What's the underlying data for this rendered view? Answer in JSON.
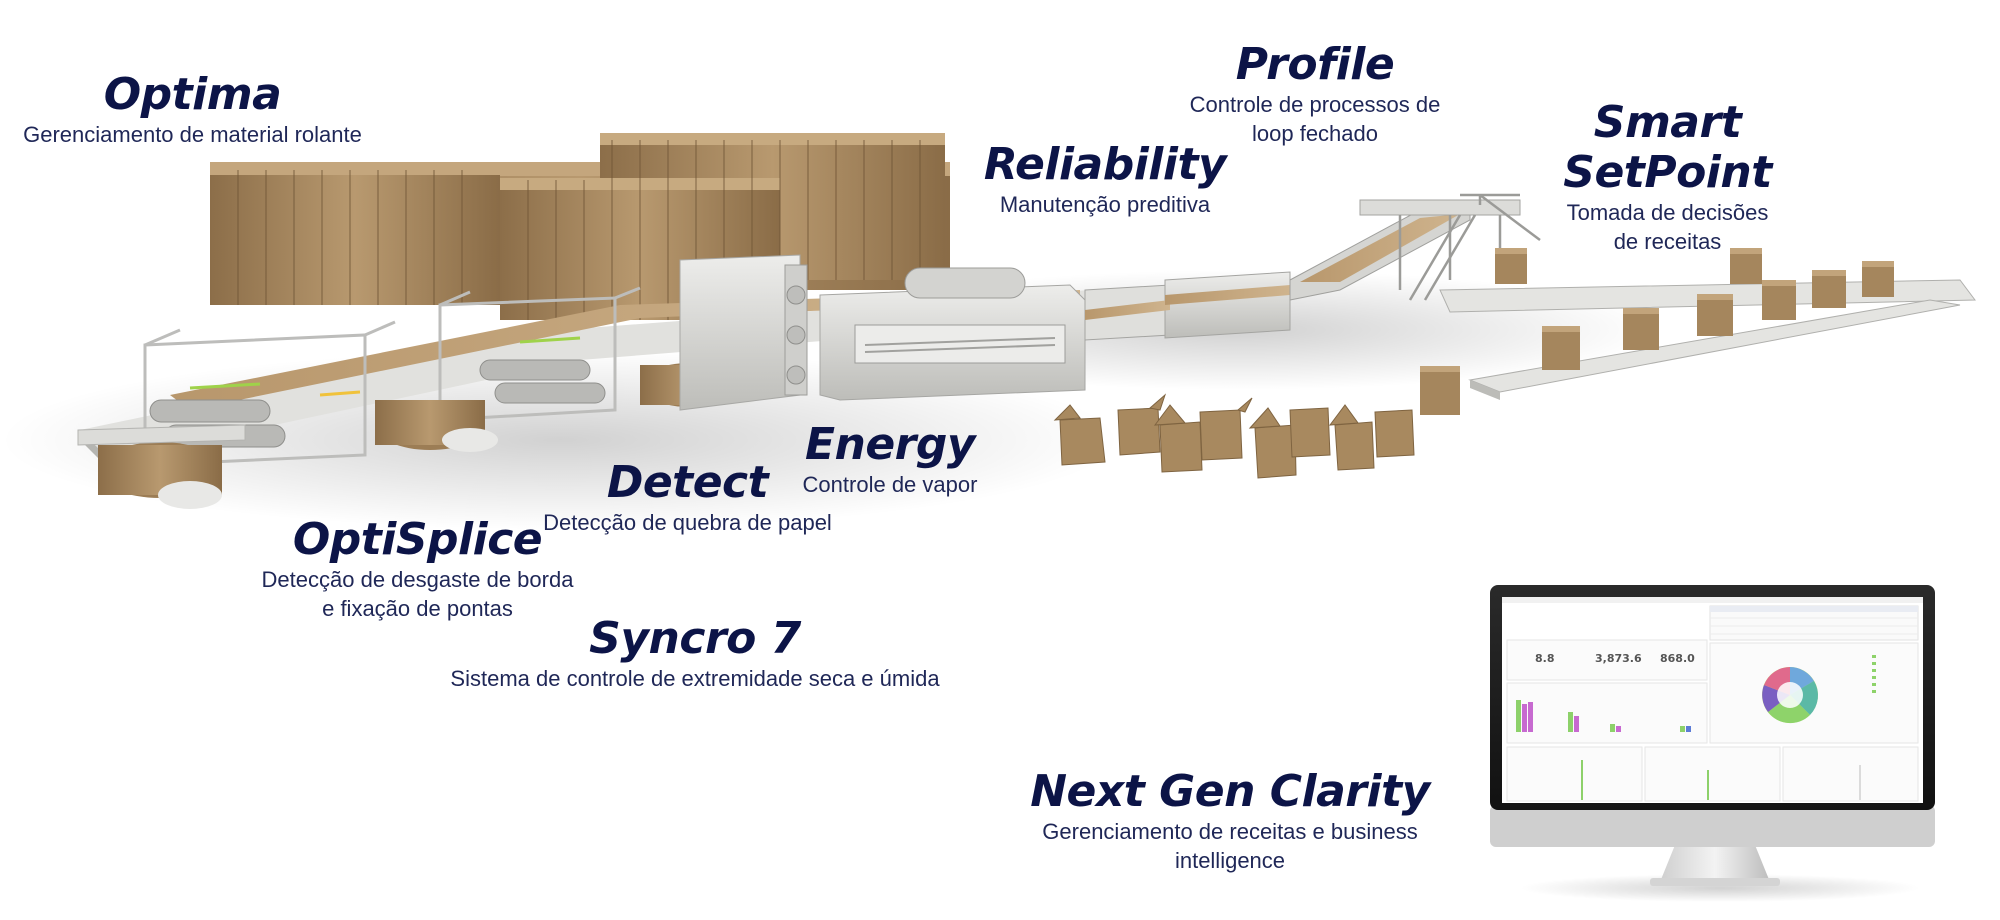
{
  "products": {
    "optima": {
      "title": "Optima",
      "lines": [
        "Gerenciamento de material rolante"
      ]
    },
    "profile": {
      "title": "Profile",
      "lines": [
        "Controle de processos de",
        "loop fechado"
      ]
    },
    "smart_setpoint": {
      "title": "Smart SetPoint",
      "lines": [
        "Tomada de decisões",
        "de receitas"
      ]
    },
    "reliability": {
      "title": "Reliability",
      "lines": [
        "Manutenção preditiva"
      ]
    },
    "energy": {
      "title": "Energy",
      "lines": [
        "Controle de vapor"
      ]
    },
    "detect": {
      "title": "Detect",
      "lines": [
        "Detecção de quebra de papel"
      ]
    },
    "optisplice": {
      "title": "OptiSplice",
      "lines": [
        "Detecção de desgaste de borda",
        "e fixação de pontas"
      ]
    },
    "syncro7": {
      "title": "Syncro 7",
      "lines": [
        "Sistema de controle de extremidade seca e úmida"
      ]
    },
    "next_gen_clarity": {
      "title": "Next Gen Clarity",
      "lines": [
        "Gerenciamento de receitas e business intelligence"
      ]
    }
  },
  "monitor": {
    "kpis": [
      "8.8",
      "3,873.6",
      "868.0"
    ]
  },
  "colors": {
    "title": "#0c1447",
    "description": "#1f2757",
    "cardboard": "#a88a63",
    "machine": "#d9d9d6"
  }
}
